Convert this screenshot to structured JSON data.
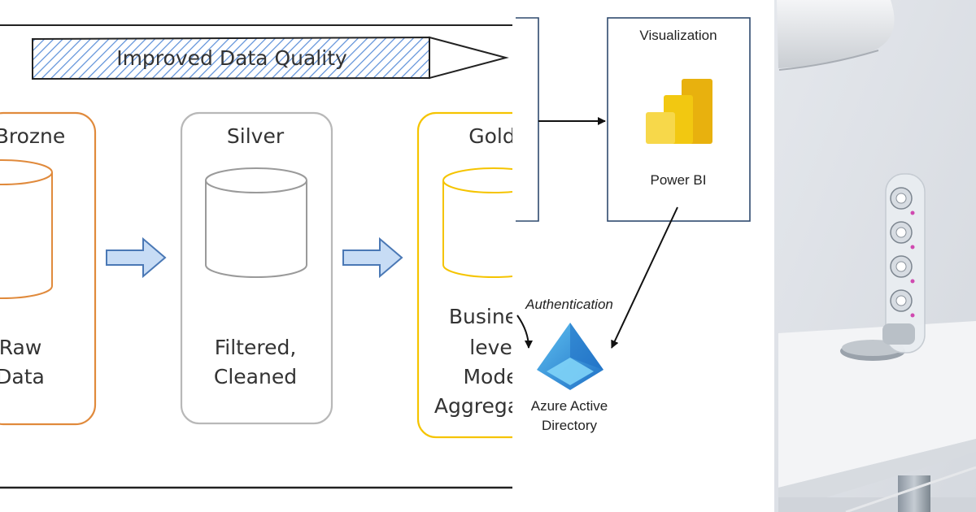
{
  "banner": {
    "label": "Improved Data Quality"
  },
  "layers": [
    {
      "title": "Brozne",
      "description_lines": [
        "Raw",
        "Data"
      ],
      "color": "#e08a3c"
    },
    {
      "title": "Silver",
      "description_lines": [
        "Filtered,",
        "Cleaned"
      ],
      "color": "#b8b8b8"
    },
    {
      "title": "Gold",
      "description_lines": [
        "Business",
        "level",
        "Model",
        "Aggregated"
      ],
      "color": "#f5c400"
    }
  ],
  "visualization": {
    "title": "Visualization",
    "tool": "Power BI",
    "icon": "power-bi-icon",
    "colors": [
      "#f2c811",
      "#e8b10e",
      "#d9a30b"
    ]
  },
  "auth": {
    "label": "Authentication",
    "service_lines": [
      "Azure Active",
      "Directory"
    ],
    "icon": "azure-ad-icon",
    "color": "#2d8fd5"
  },
  "colors": {
    "arrow_fill": "#c7dcf5",
    "arrow_stroke": "#4a78b5",
    "banner_hatch": "#5b8fd8"
  }
}
